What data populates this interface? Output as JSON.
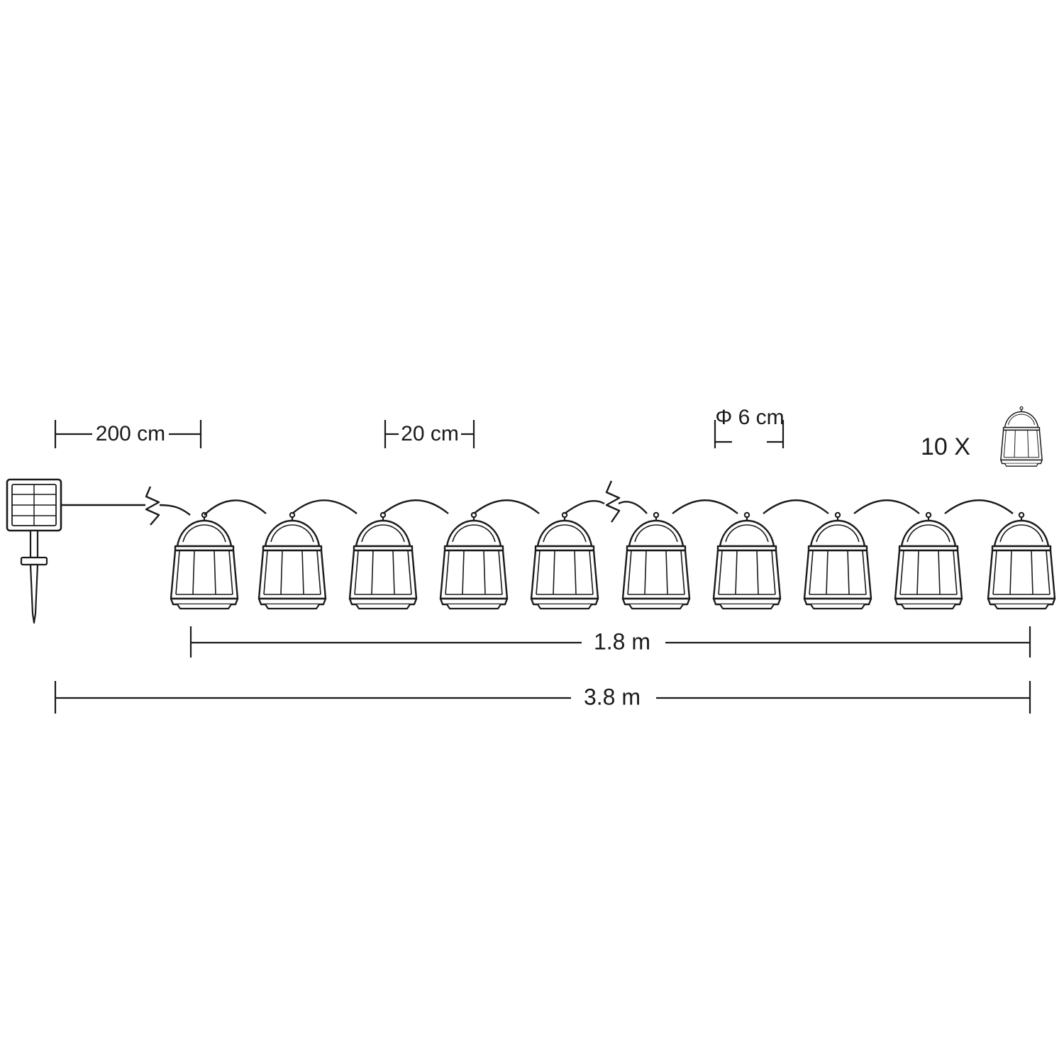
{
  "diagram": {
    "title": "Solar lantern string light dimension drawing",
    "background_color": "#ffffff",
    "line_color": "#1a1a1a",
    "dimensions": {
      "lead_cable": "200 cm",
      "lamp_spacing": "20 cm",
      "lamp_diameter": "Φ 6 cm",
      "lit_length": "1.8 m",
      "total_length": "3.8 m"
    },
    "quantity": {
      "count": "10 X"
    },
    "lamps": [
      {
        "index": 1
      },
      {
        "index": 2
      },
      {
        "index": 3
      },
      {
        "index": 4
      },
      {
        "index": 5
      },
      {
        "index": 6
      },
      {
        "index": 7
      },
      {
        "index": 8
      },
      {
        "index": 9
      },
      {
        "index": 10
      }
    ],
    "parts": {
      "solar_panel": "solar-panel",
      "ground_stake": "ground-stake",
      "cable": "cable",
      "break_symbol": "cable-break"
    }
  }
}
